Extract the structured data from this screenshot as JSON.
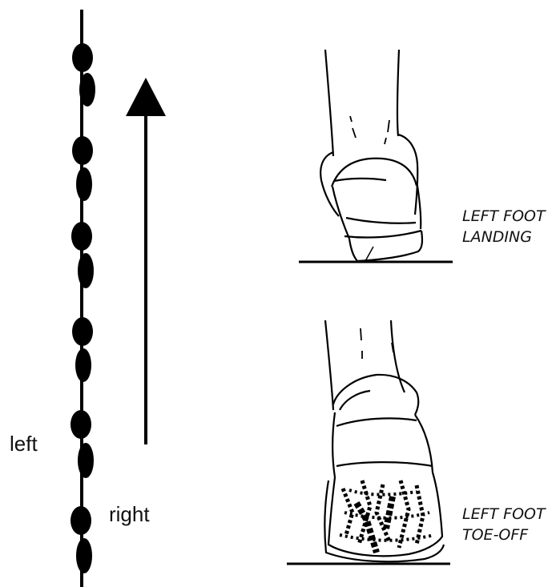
{
  "left_panel": {
    "left_label": "left",
    "right_label": "right"
  },
  "right_panel": {
    "landing_caption": {
      "line1": "LEFT FOOT",
      "line2": "LANDING"
    },
    "toeoff_caption": {
      "line1": "LEFT FOOT",
      "line2": "TOE-OFF"
    }
  }
}
